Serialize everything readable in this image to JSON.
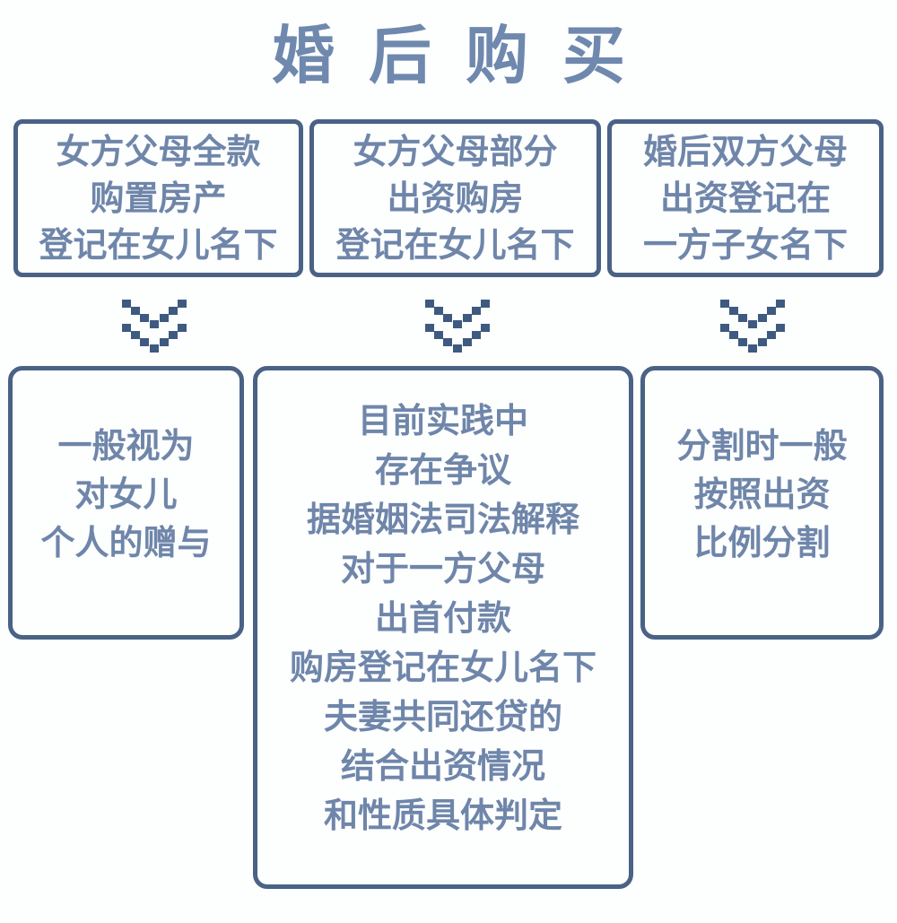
{
  "title": "婚后购买",
  "colors": {
    "border": "#4a6285",
    "text": "#6f86aa",
    "background": "#fdfefe"
  },
  "top_boxes": [
    {
      "lines": [
        "女方父母全款",
        "购置房产",
        "登记在女儿名下"
      ]
    },
    {
      "lines": [
        "女方父母部分",
        "出资购房",
        "登记在女儿名下"
      ]
    },
    {
      "lines": [
        "婚后双方父母",
        "出资登记在",
        "一方子女名下"
      ]
    }
  ],
  "arrows": [
    {
      "icon": "double-chevron-down-icon"
    },
    {
      "icon": "double-chevron-down-icon"
    },
    {
      "icon": "double-chevron-down-icon"
    }
  ],
  "bottom_boxes": [
    {
      "lines": [
        "一般视为",
        "对女儿",
        "个人的赠与"
      ]
    },
    {
      "lines": [
        "目前实践中",
        "存在争议",
        "据婚姻法司法解释",
        "对于一方父母",
        "出首付款",
        "购房登记在女儿名下",
        "夫妻共同还贷的",
        "结合出资情况",
        "和性质具体判定"
      ]
    },
    {
      "lines": [
        "分割时一般",
        "按照出资",
        "比例分割"
      ]
    }
  ]
}
